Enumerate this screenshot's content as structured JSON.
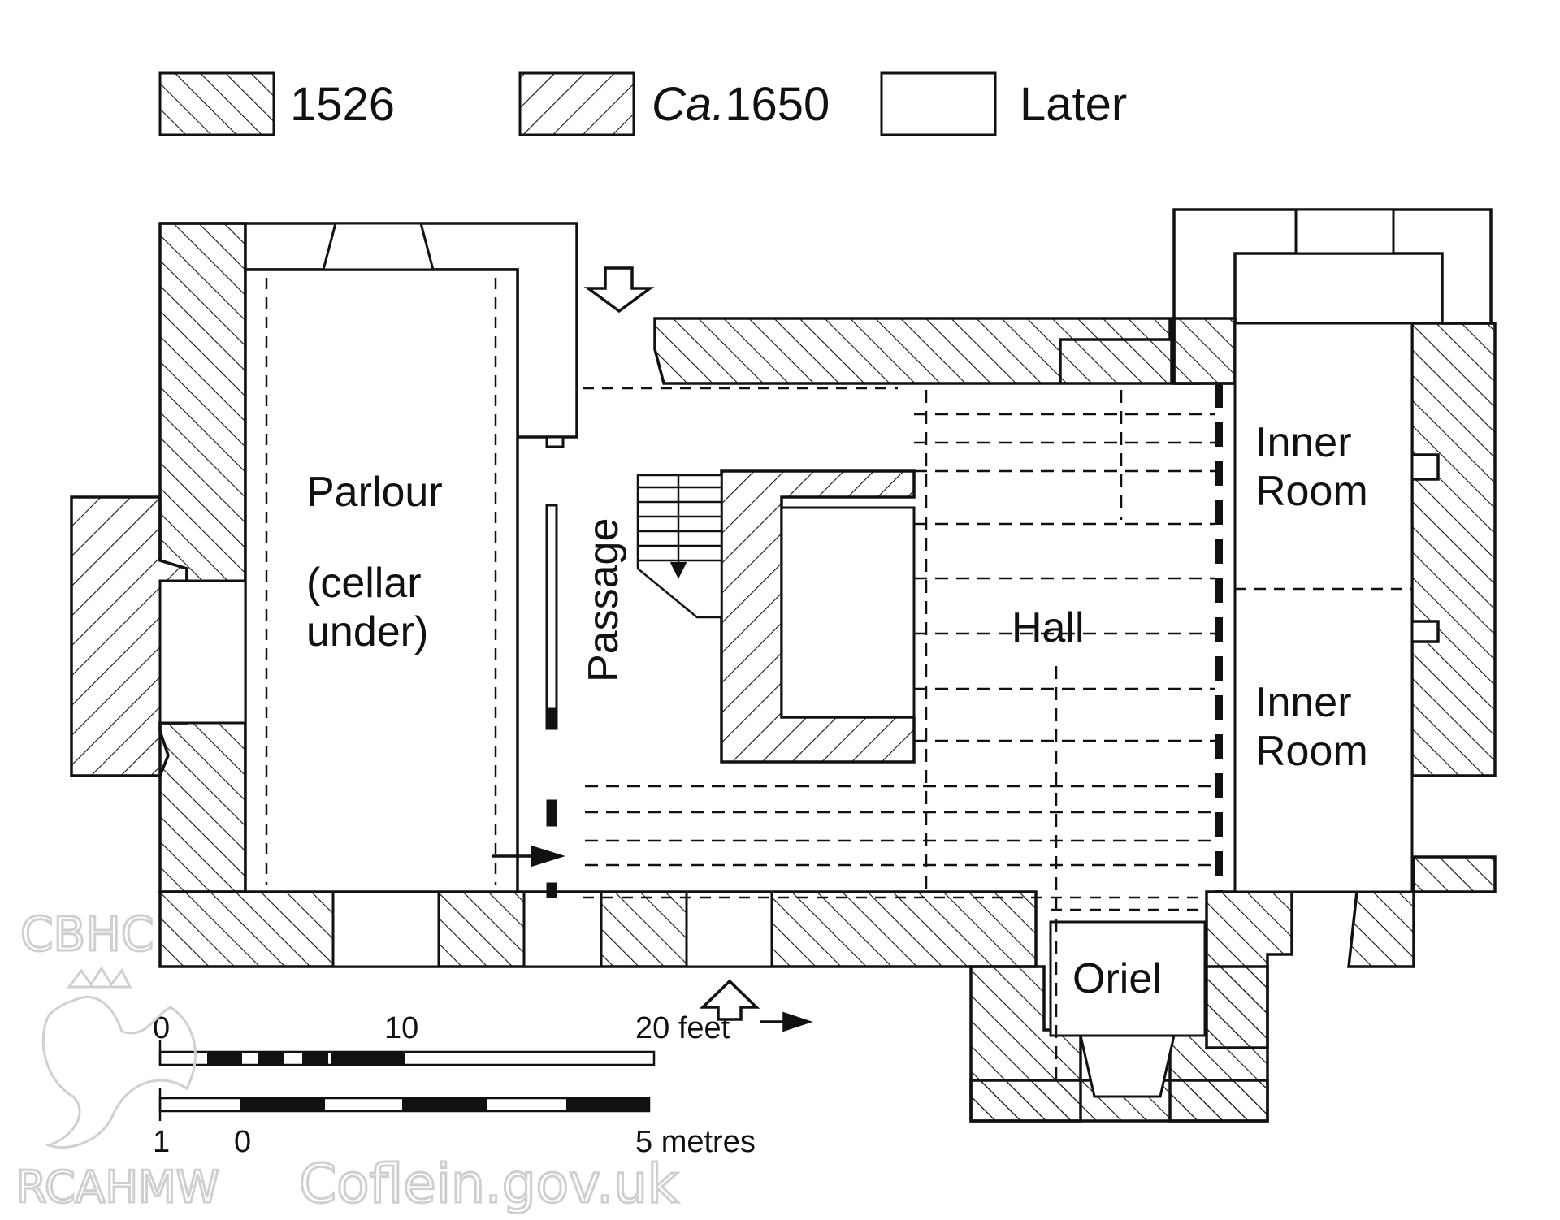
{
  "legend": {
    "items": [
      {
        "id": "phase-1526",
        "label_main": "1526",
        "label_prefix": ""
      },
      {
        "id": "phase-ca1650",
        "label_prefix": "Ca.",
        "label_main": "1650"
      },
      {
        "id": "phase-later",
        "label_main": "Later",
        "label_prefix": ""
      }
    ]
  },
  "rooms": {
    "parlour": "Parlour",
    "parlour_note_1": "(cellar",
    "parlour_note_2": "under)",
    "passage": "Passage",
    "hall": "Hall",
    "inner_room_a_1": "Inner",
    "inner_room_a_2": "Room",
    "inner_room_b_1": "Inner",
    "inner_room_b_2": "Room",
    "oriel": "Oriel"
  },
  "scale": {
    "feet_ticks": [
      "0",
      "10",
      "20 feet"
    ],
    "metre_ticks": [
      "1",
      "0",
      "5 metres"
    ]
  },
  "watermark": {
    "top": "CBHC",
    "bottom": "RCAHMW",
    "site": "Coflein.gov.uk"
  },
  "colors": {
    "ink": "#111111",
    "watermark": "#d9d9d9",
    "paper": "#ffffff"
  }
}
